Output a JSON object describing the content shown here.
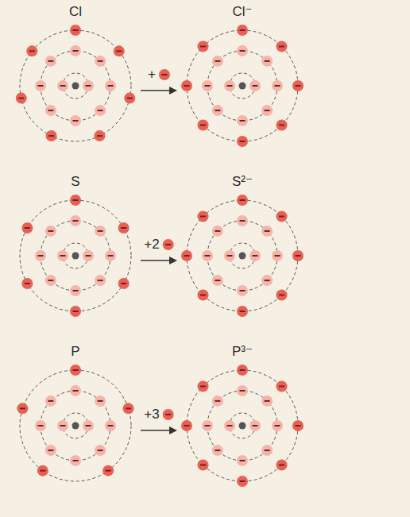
{
  "diagram": {
    "nodes": [
      {
        "text": [
          "Cl"
        ]
      },
      {
        "text": [
          "Cl⁻"
        ]
      },
      {
        "text": [
          "S"
        ]
      },
      {
        "text": [
          "S²⁻"
        ]
      },
      {
        "text": [
          "P"
        ]
      },
      {
        "text": [
          "P³⁻"
        ]
      }
    ],
    "edges": [
      {
        "from": 0,
        "to": 1,
        "arrow": "to",
        "label": "+"
      },
      {
        "from": 2,
        "to": 3,
        "arrow": "to",
        "label": "+2"
      },
      {
        "from": 4,
        "to": 5,
        "arrow": "to",
        "label": "+3"
      }
    ]
  }
}
